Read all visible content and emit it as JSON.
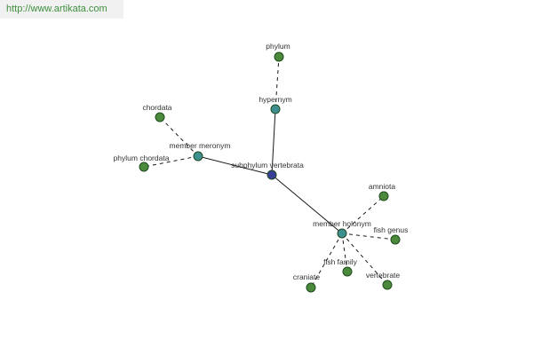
{
  "watermark": {
    "url": "http://www.artikata.com"
  },
  "graph": {
    "colors": {
      "center": "#3a3f9a",
      "relation": "#3e9090",
      "leaf": "#4b8a3b",
      "edge": "#1a1a1a"
    },
    "nodes": [
      {
        "id": "subphylum",
        "label": "subphylum vertebrata",
        "kind": "center"
      },
      {
        "id": "hypernym",
        "label": "hypernym",
        "kind": "relation"
      },
      {
        "id": "member-meronym",
        "label": "member meronym",
        "kind": "relation"
      },
      {
        "id": "member-holonym",
        "label": "member holonym",
        "kind": "relation"
      },
      {
        "id": "phylum",
        "label": "phylum",
        "kind": "leaf"
      },
      {
        "id": "chordata",
        "label": "chordata",
        "kind": "leaf"
      },
      {
        "id": "phylum-chordata",
        "label": "phylum chordata",
        "kind": "leaf"
      },
      {
        "id": "amniota",
        "label": "amniota",
        "kind": "leaf"
      },
      {
        "id": "fish-genus",
        "label": "fish genus",
        "kind": "leaf"
      },
      {
        "id": "fish-family",
        "label": "fish family",
        "kind": "leaf"
      },
      {
        "id": "craniate",
        "label": "craniate",
        "kind": "leaf"
      },
      {
        "id": "vertebrate",
        "label": "vertebrate",
        "kind": "leaf"
      }
    ],
    "edges": [
      {
        "from": "subphylum",
        "to": "hypernym",
        "style": "solid"
      },
      {
        "from": "subphylum",
        "to": "member-meronym",
        "style": "solid"
      },
      {
        "from": "subphylum",
        "to": "member-holonym",
        "style": "solid"
      },
      {
        "from": "hypernym",
        "to": "phylum",
        "style": "dashed"
      },
      {
        "from": "member-meronym",
        "to": "chordata",
        "style": "dashed"
      },
      {
        "from": "member-meronym",
        "to": "phylum-chordata",
        "style": "dashed"
      },
      {
        "from": "member-holonym",
        "to": "amniota",
        "style": "dashed"
      },
      {
        "from": "member-holonym",
        "to": "fish-genus",
        "style": "dashed"
      },
      {
        "from": "member-holonym",
        "to": "fish-family",
        "style": "dashed"
      },
      {
        "from": "member-holonym",
        "to": "craniate",
        "style": "dashed"
      },
      {
        "from": "member-holonym",
        "to": "vertebrate",
        "style": "dashed"
      }
    ]
  }
}
